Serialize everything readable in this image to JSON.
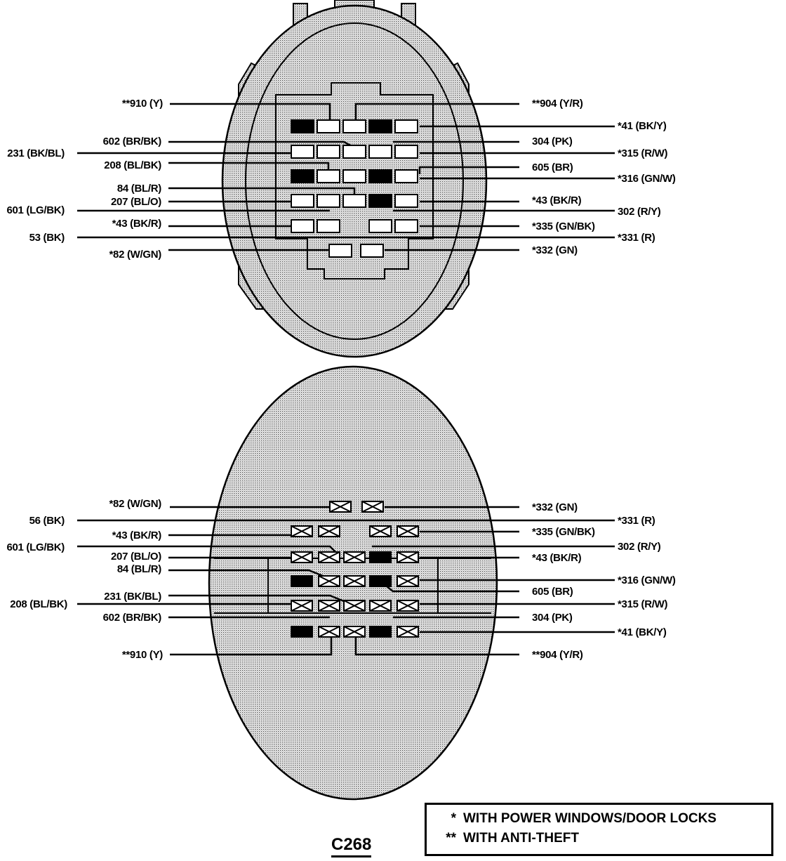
{
  "connector_id": "C268",
  "legend": [
    {
      "mark": "*",
      "text": "WITH POWER WINDOWS/DOOR LOCKS"
    },
    {
      "mark": "**",
      "text": "WITH ANTI-THEFT"
    }
  ],
  "top_view": {
    "labels": {
      "w910": "**910 (Y)",
      "w904": "**904 (Y/R)",
      "w41": "*41 (BK/Y)",
      "w602": "602 (BR/BK)",
      "w304": "304 (PK)",
      "w231": "231 (BK/BL)",
      "w315": "*315 (R/W)",
      "w208": "208 (BL/BK)",
      "w605": "605 (BR)",
      "w316": "*316 (GN/W)",
      "w84": "84 (BL/R)",
      "w207": "207 (BL/O)",
      "w43r": "*43 (BK/R)",
      "w601": "601 (LG/BK)",
      "w302": "302 (R/Y)",
      "w43l": "*43 (BK/R)",
      "w335": "*335 (GN/BK)",
      "w53": "53 (BK)",
      "w331": "*331 (R)",
      "w82": "*82 (W/GN)",
      "w332": "*332 (GN)"
    }
  },
  "bottom_view": {
    "labels": {
      "w82": "*82 (W/GN)",
      "w332": "*332 (GN)",
      "w56": "56 (BK)",
      "w331": "*331 (R)",
      "w43l": "*43 (BK/R)",
      "w335": "*335 (GN/BK)",
      "w601": "601 (LG/BK)",
      "w302": "302 (R/Y)",
      "w207": "207 (BL/O)",
      "w43r": "*43 (BK/R)",
      "w84": "84 (BL/R)",
      "w316": "*316 (GN/W)",
      "w231": "231 (BK/BL)",
      "w605": "605 (BR)",
      "w208": "208 (BL/BK)",
      "w315": "*315 (R/W)",
      "w602": "602 (BR/BK)",
      "w304": "304 (PK)",
      "w41": "*41 (BK/Y)",
      "w910": "**910 (Y)",
      "w904": "**904 (Y/R)"
    }
  }
}
